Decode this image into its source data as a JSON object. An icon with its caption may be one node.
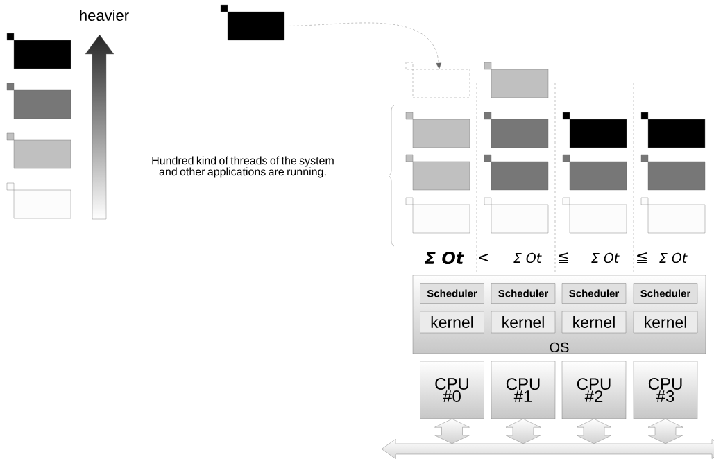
{
  "diagram": {
    "nodes": [
      {
        "text": [],
        "shape": "box"
      },
      {
        "text": [],
        "shape": "box"
      },
      {
        "text": [],
        "shape": "box"
      },
      {
        "text": [],
        "shape": "box"
      },
      {
        "text": [],
        "shape": "box"
      },
      {
        "text": [],
        "shape": "box"
      },
      {
        "text": [],
        "shape": "box"
      },
      {
        "text": [],
        "shape": "box"
      },
      {
        "text": [],
        "shape": "box"
      },
      {
        "text": [],
        "shape": "box"
      },
      {
        "text": [],
        "shape": "box"
      },
      {
        "text": [],
        "shape": "box"
      },
      {
        "text": [],
        "shape": "box"
      },
      {
        "text": [],
        "shape": "box"
      },
      {
        "text": [],
        "shape": "box"
      },
      {
        "text": [],
        "shape": "box"
      },
      {
        "text": [],
        "shape": "box"
      },
      {
        "text": [],
        "shape": "box"
      },
      {
        "text": [],
        "shape": "box"
      },
      {
        "text": [
          "OS"
        ]
      },
      {
        "text": [
          "Scheduler"
        ],
        "in": 19
      },
      {
        "text": [
          "Scheduler"
        ],
        "in": 19
      },
      {
        "text": [
          "Scheduler"
        ],
        "in": 19
      },
      {
        "text": [
          "Scheduler"
        ],
        "in": 19
      },
      {
        "text": [
          "kernel"
        ],
        "in": 19
      },
      {
        "text": [
          "kernel"
        ],
        "in": 19
      },
      {
        "text": [
          "kernel"
        ],
        "in": 19
      },
      {
        "text": [
          "kernel"
        ],
        "in": 19
      },
      {
        "text": [
          "CPU #0"
        ]
      },
      {
        "text": [
          "CPU #1"
        ]
      },
      {
        "text": [
          "CPU #2"
        ]
      },
      {
        "text": [
          "CPU #3"
        ]
      },
      {
        "text": [],
        "shape": "bar"
      }
    ],
    "edges": [
      {
        "from": 4,
        "to": 5,
        "arrow": "to",
        "style": "dashed"
      },
      {
        "from": 28,
        "to": 32,
        "arrow": "both"
      },
      {
        "from": 29,
        "to": 32,
        "arrow": "both"
      },
      {
        "from": 30,
        "to": 32,
        "arrow": "both"
      },
      {
        "from": 31,
        "to": 32,
        "arrow": "both"
      }
    ],
    "labels": [
      "heavier",
      "Hundred kind of threads of the system and other applications are running.",
      "Σ Ot",
      "<",
      "Σ Ot",
      "≦",
      "Σ Ot",
      "≦",
      "Σ Ot"
    ]
  }
}
